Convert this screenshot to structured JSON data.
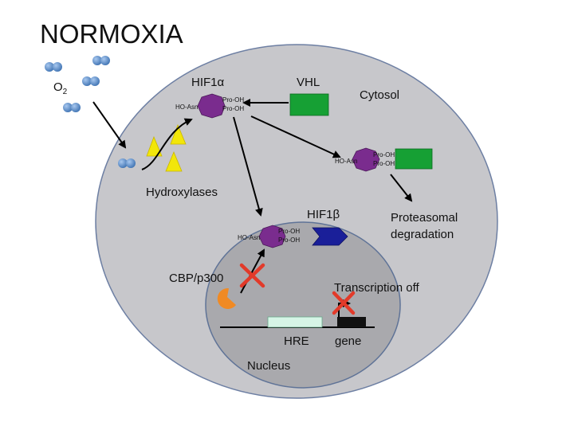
{
  "title": "NORMOXIA",
  "oxygen": {
    "symbol": "O",
    "subscript": "2"
  },
  "cytosol": {
    "label": "Cytosol"
  },
  "nucleus": {
    "label": "Nucleus"
  },
  "hif1a": {
    "label": "HIF1α",
    "hydroxy_left": "HO-Asn",
    "pro_top": "Pro-OH",
    "pro_bottom": "Pro-OH"
  },
  "vhl": {
    "label": "VHL"
  },
  "hydroxylases": {
    "label": "Hydroxylases"
  },
  "degradation": {
    "line1": "Proteasomal",
    "line2": "degradation"
  },
  "hif1b": {
    "label": "HIF1β"
  },
  "cbp": {
    "label": "CBP/p300"
  },
  "transcription": {
    "label": "Transcription off"
  },
  "hre": {
    "label": "HRE"
  },
  "gene": {
    "label": "gene"
  },
  "colors": {
    "cell": "#c7c7cb",
    "nucleus": "#a9a9ad",
    "oxygen": "#4f86c6",
    "hif1a": "#7a2c8e",
    "vhl": "#16a034",
    "hydroxylase": "#f2e60a",
    "hif1b": "#1a1f99",
    "cbp": "#f08a24",
    "hre": "#d6f5e6",
    "cross": "#e23a2a"
  }
}
